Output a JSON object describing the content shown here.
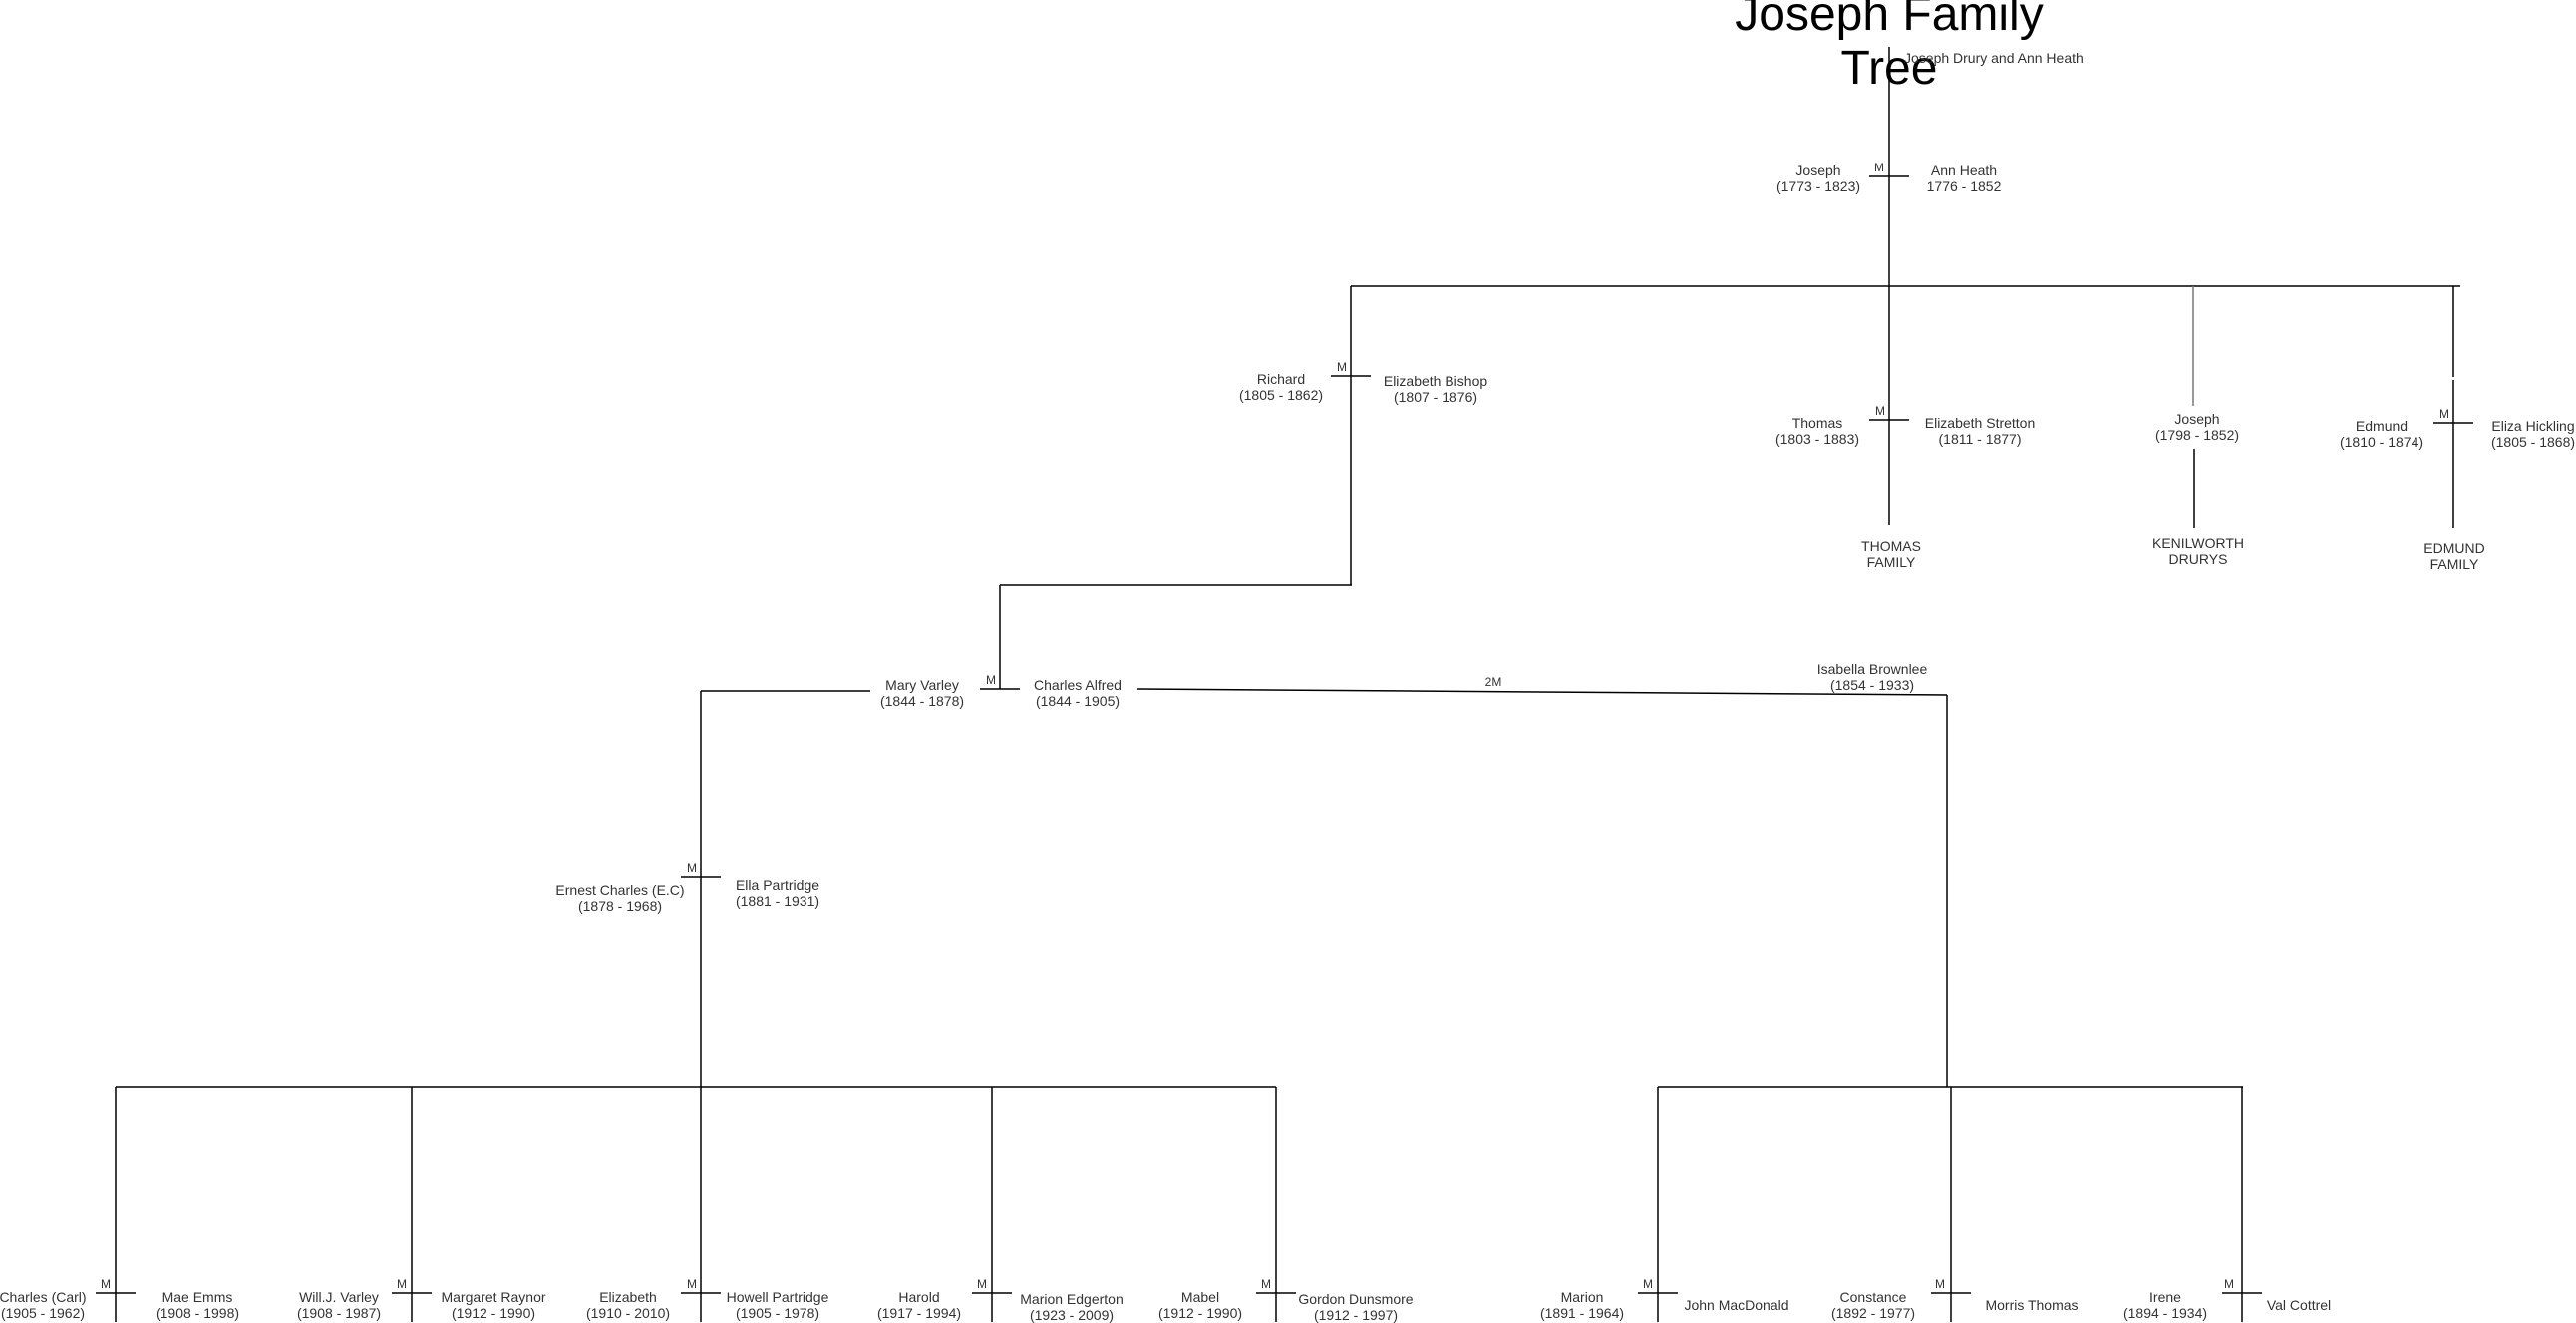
{
  "title": "Joseph Family Tree",
  "subtitle": "Joseph Drury and Ann Heath",
  "marriage_marker": "M",
  "second_marriage_marker": "2M",
  "generation1": {
    "husband": {
      "name": "Joseph",
      "dates": "(1773 - 1823)"
    },
    "wife": {
      "name": "Ann Heath",
      "dates": "1776 - 1852"
    }
  },
  "generation2": {
    "richard": {
      "name": "Richard",
      "dates": "(1805 - 1862)"
    },
    "richard_spouse": {
      "name": "Elizabeth Bishop",
      "dates": "(1807 - 1876)"
    },
    "thomas": {
      "name": "Thomas",
      "dates": "(1803 - 1883)"
    },
    "thomas_spouse": {
      "name": "Elizabeth Stretton",
      "dates": "(1811 - 1877)"
    },
    "joseph": {
      "name": "Joseph",
      "dates": "(1798 - 1852)"
    },
    "edmund": {
      "name": "Edmund",
      "dates": "(1810 - 1874)"
    },
    "edmund_spouse": {
      "name": "Eliza Hickling",
      "dates": "(1805 - 1868)"
    },
    "thomas_family": {
      "line1": "THOMAS",
      "line2": "FAMILY"
    },
    "kenilworth": {
      "line1": "KENILWORTH",
      "line2": "DRURYS"
    },
    "edmund_family": {
      "line1": "EDMUND",
      "line2": "FAMILY"
    }
  },
  "generation3": {
    "first_wife": {
      "name": "Mary Varley",
      "dates": "(1844 - 1878)"
    },
    "charles": {
      "name": "Charles Alfred",
      "dates": "(1844 - 1905)"
    },
    "second_wife": {
      "name": "Isabella Brownlee",
      "dates": "(1854 - 1933)"
    }
  },
  "generation4": {
    "ernest": {
      "name": "Ernest Charles (E.C)",
      "dates": "(1878 - 1968)"
    },
    "ella": {
      "name": "Ella Partridge",
      "dates": "(1881 - 1931)"
    }
  },
  "generation5_left": [
    {
      "name": "Charles (Carl)",
      "dates": "(1905 - 1962)",
      "spouse": "Mae Emms",
      "spouse_dates": "(1908 - 1998)"
    },
    {
      "name": "Will.J. Varley",
      "dates": "(1908 - 1987)",
      "spouse": "Margaret Raynor",
      "spouse_dates": "(1912 - 1990)"
    },
    {
      "name": "Elizabeth",
      "dates": "(1910 - 2010)",
      "spouse": "Howell Partridge",
      "spouse_dates": "(1905 - 1978)"
    },
    {
      "name": "Harold",
      "dates": "(1917 - 1994)",
      "spouse": "Marion Edgerton",
      "spouse_dates": "(1923 - 2009)"
    },
    {
      "name": "Mabel",
      "dates": "(1912 - 1990)",
      "spouse": "Gordon Dunsmore",
      "spouse_dates": "(1912 - 1997)"
    }
  ],
  "generation5_right": [
    {
      "name": "Marion",
      "dates": "(1891 - 1964)",
      "spouse": "John MacDonald",
      "spouse_dates": ""
    },
    {
      "name": "Constance",
      "dates": "(1892 - 1977)",
      "spouse": "Morris Thomas",
      "spouse_dates": ""
    },
    {
      "name": "Irene",
      "dates": "(1894 - 1934)",
      "spouse": "Val Cottrel",
      "spouse_dates": ""
    }
  ],
  "colors": {
    "line": "#000000",
    "text": "#333333"
  }
}
